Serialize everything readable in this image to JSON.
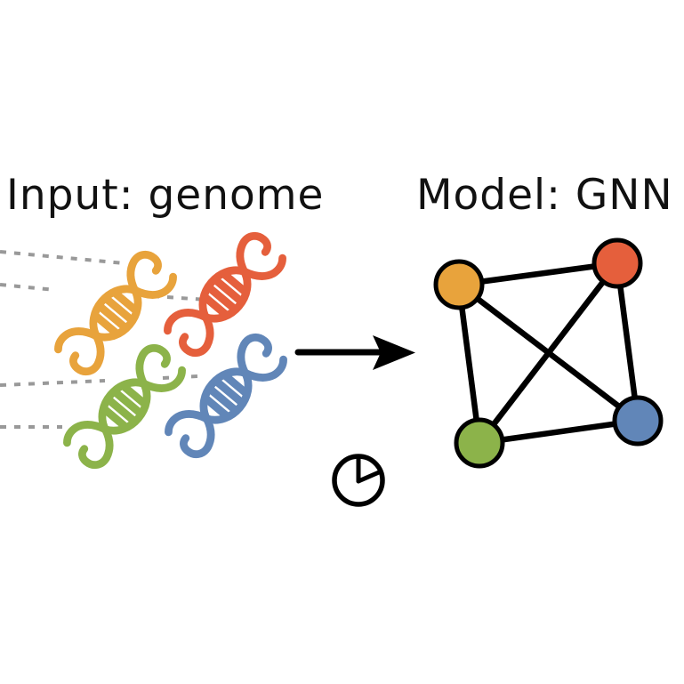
{
  "figure": {
    "background": "#FFFFFF",
    "text_color": "#111111",
    "left": {
      "title": "Input: genome",
      "dna_helices": [
        {
          "id": "orange",
          "color": "#E8A33C"
        },
        {
          "id": "red",
          "color": "#E55F3C"
        },
        {
          "id": "green",
          "color": "#8CB34A"
        },
        {
          "id": "blue",
          "color": "#6186B8"
        }
      ],
      "dotted_lines": {
        "count": 4,
        "color": "#999999"
      }
    },
    "middle": {
      "arrow_icon": "right-arrow",
      "arrow_color": "#000000",
      "clock_icon": "clock",
      "clock_time_shown": "2:00",
      "clock_color": "#000000"
    },
    "right": {
      "title": "Model: GNN",
      "graph": {
        "type": "complete-graph-k4",
        "edge_color": "#000000",
        "node_outline_color": "#000000",
        "nodes": [
          {
            "id": "orange",
            "color": "#E8A33C"
          },
          {
            "id": "red",
            "color": "#E55F3C"
          },
          {
            "id": "green",
            "color": "#8CB34A"
          },
          {
            "id": "blue",
            "color": "#6186B8"
          }
        ],
        "edges": [
          [
            "orange",
            "red"
          ],
          [
            "orange",
            "green"
          ],
          [
            "orange",
            "blue"
          ],
          [
            "red",
            "green"
          ],
          [
            "red",
            "blue"
          ],
          [
            "green",
            "blue"
          ]
        ]
      }
    }
  }
}
